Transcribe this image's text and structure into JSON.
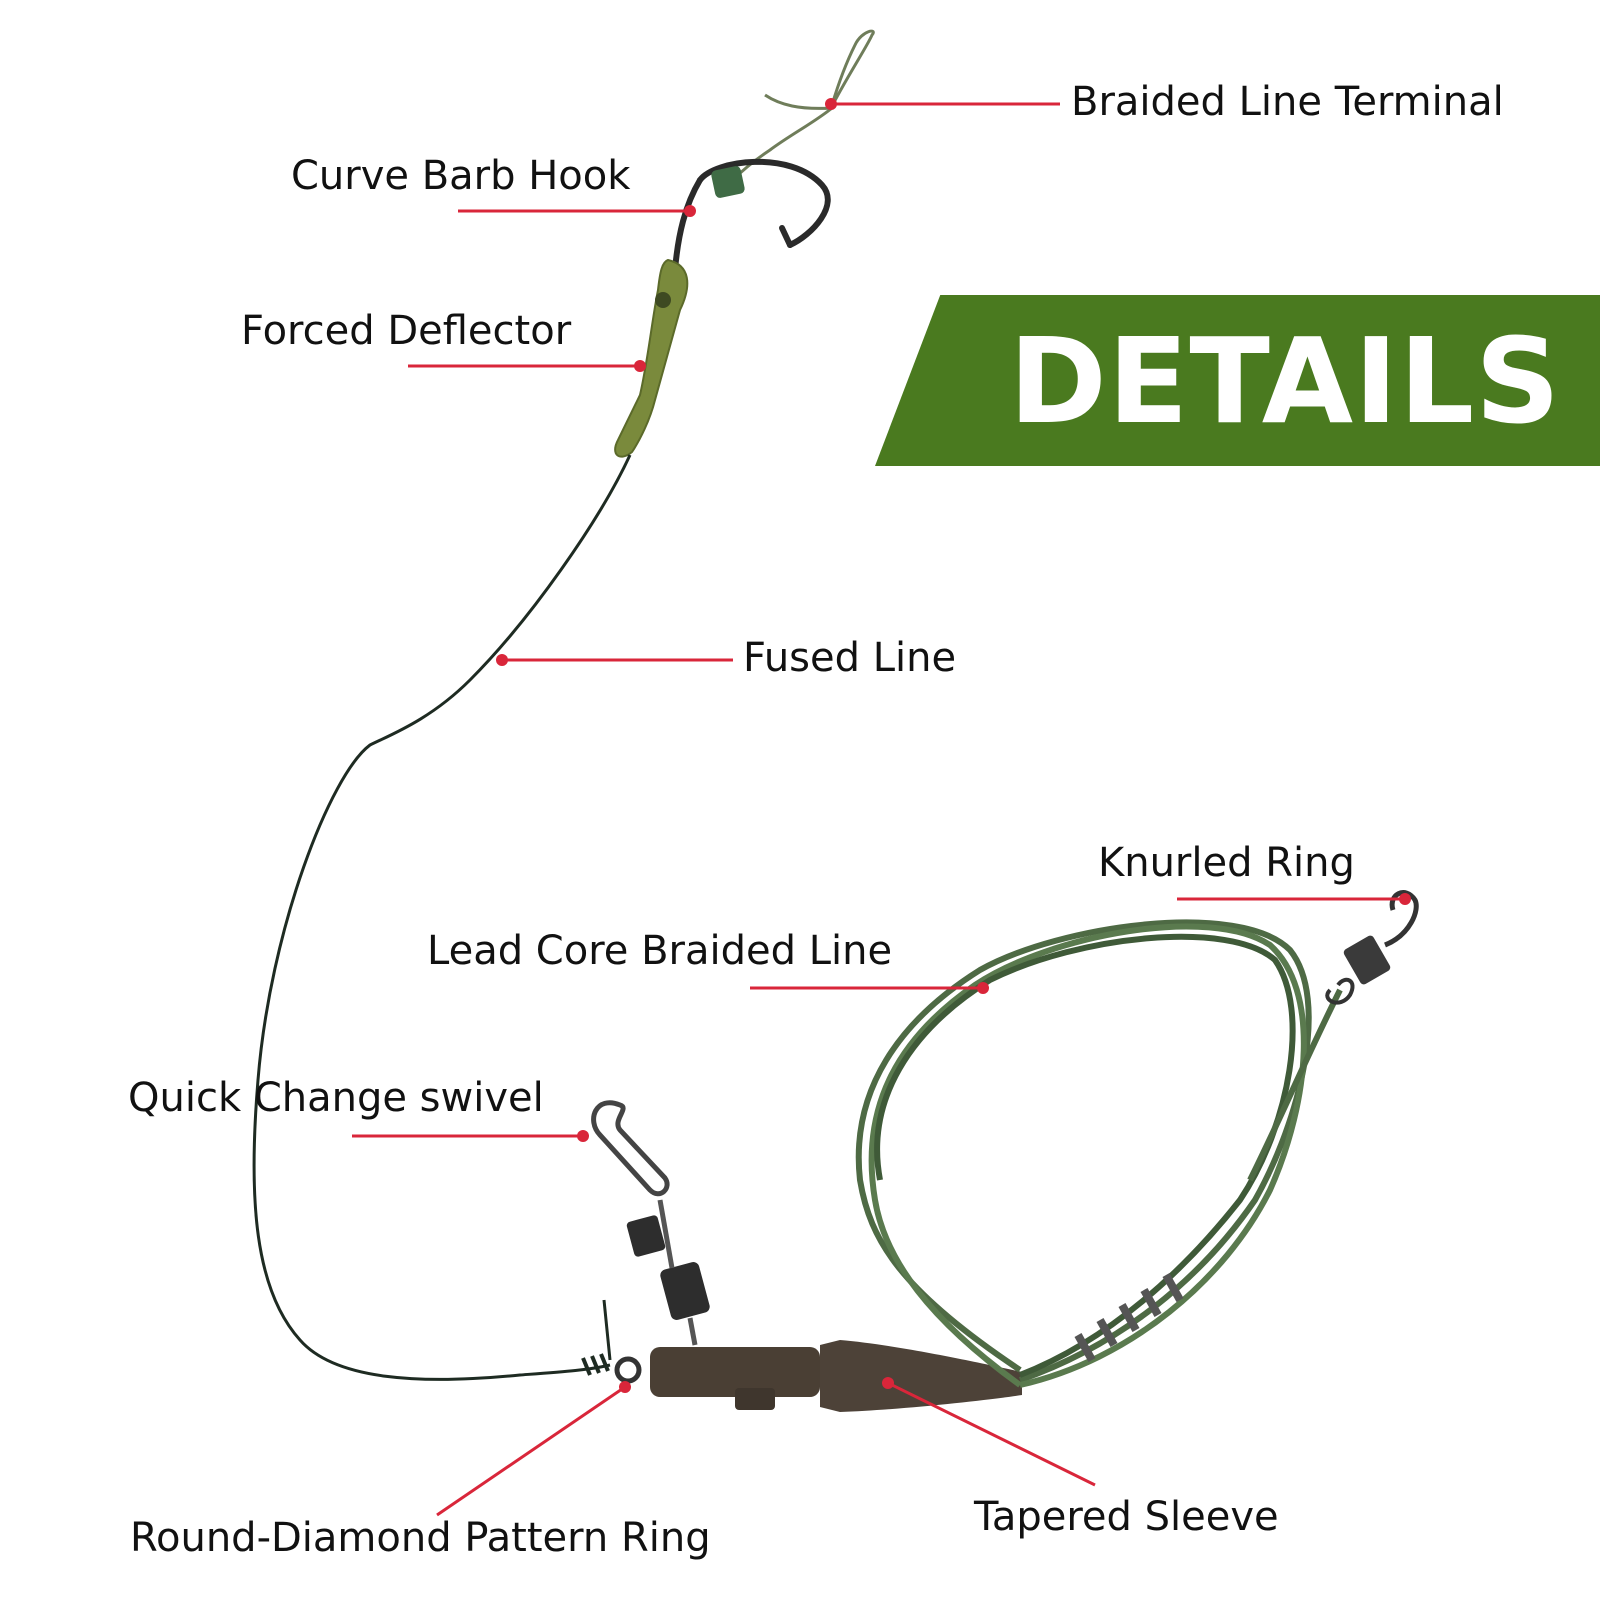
{
  "banner": {
    "text": "DETAILS",
    "color": "#4a7a1f"
  },
  "colors": {
    "callout": "#d9263a",
    "line": "#1e2b22",
    "lead_core": "#4e6a44",
    "sleeve": "#4a3f34",
    "metal": "#2d2d2d",
    "deflector": "#7a8a3c",
    "label_text": "#111111"
  },
  "labels": {
    "braided_line_terminal": "Braided Line Terminal",
    "curve_barb_hook": "Curve Barb Hook",
    "forced_deflector": "Forced Deflector",
    "fused_line": "Fused Line",
    "knurled_ring": "Knurled Ring",
    "lead_core_braided_line": "Lead Core Braided Line",
    "quick_change_swivel": "Quick Change swivel",
    "round_diamond_pattern_ring": "Round-Diamond Pattern Ring",
    "tapered_sleeve": "Tapered Sleeve"
  }
}
